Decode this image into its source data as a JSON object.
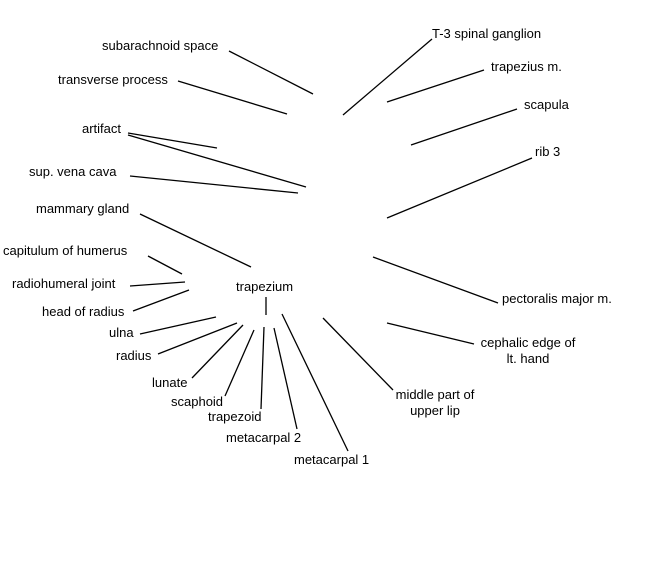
{
  "labels": {
    "subarachnoid_space": "subarachnoid space",
    "transverse_process": "transverse process",
    "artifact": "artifact",
    "sup_vena_cava": "sup. vena cava",
    "mammary_gland": "mammary gland",
    "capitulum_of_humerus": "capitulum of humerus",
    "radiohumeral_joint": "radiohumeral joint",
    "head_of_radius": "head of radius",
    "ulna": "ulna",
    "radius": "radius",
    "lunate": "lunate",
    "scaphoid": "scaphoid",
    "trapezoid": "trapezoid",
    "metacarpal_2": "metacarpal 2",
    "metacarpal_1": "metacarpal 1",
    "trapezium": "trapezium",
    "t3_spinal_ganglion": "T-3 spinal ganglion",
    "trapezius_m": "trapezius m.",
    "scapula": "scapula",
    "rib_3": "rib 3",
    "pectoralis_major_m": "pectoralis major m.",
    "cephalic_edge_line1": "cephalic edge of",
    "cephalic_edge_line2": "lt. hand",
    "middle_lip_line1": "middle part of",
    "middle_lip_line2": "upper lip"
  },
  "colors": {
    "text": "#000000",
    "lines": "#000000",
    "background": "#ffffff"
  }
}
